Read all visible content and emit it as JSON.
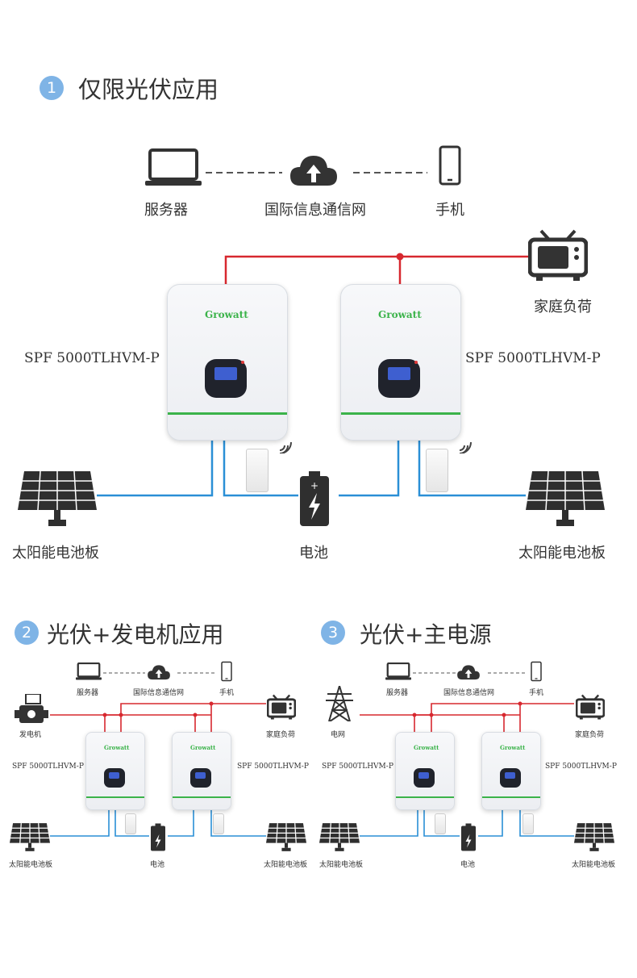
{
  "colors": {
    "wire_ac": "#d7282f",
    "wire_dc": "#2a8fd6",
    "stripe": "#3bb34a",
    "number_badge": "#7fb4e6"
  },
  "sections": [
    {
      "number": "1",
      "title": "仅限光伏应用",
      "server_label": "服务器",
      "internet_label": "国际信息通信网",
      "phone_label": "手机",
      "load_label": "家庭负荷",
      "inverter_model_left": "SPF 5000TLHVM-P",
      "inverter_model_right": "SPF 5000TLHVM-P",
      "brand": "Growatt",
      "battery_label": "电池",
      "solar_left_label": "太阳能电池板",
      "solar_right_label": "太阳能电池板"
    },
    {
      "number": "2",
      "title": "光伏+发电机应用",
      "server_label": "服务器",
      "internet_label": "国际信息通信网",
      "phone_label": "手机",
      "source_label": "发电机",
      "load_label": "家庭负荷",
      "inverter_model_left": "SPF 5000TLHVM-P",
      "inverter_model_right": "SPF 5000TLHVM-P",
      "brand": "Growatt",
      "battery_label": "电池",
      "solar_left_label": "太阳能电池板",
      "solar_right_label": "太阳能电池板"
    },
    {
      "number": "3",
      "title": "光伏+主电源",
      "server_label": "服务器",
      "internet_label": "国际信息通信网",
      "phone_label": "手机",
      "source_label": "电网",
      "load_label": "家庭负荷",
      "inverter_model_left": "SPF 5000TLHVM-P",
      "inverter_model_right": "SPF 5000TLHVM-P",
      "brand": "Growatt",
      "battery_label": "电池",
      "solar_left_label": "太阳能电池板",
      "solar_right_label": "太阳能电池板"
    }
  ]
}
